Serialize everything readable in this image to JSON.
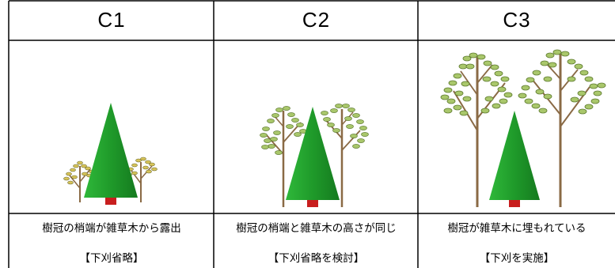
{
  "columns": [
    {
      "header": "C1",
      "description": "樹冠の梢端が雑草木から露出",
      "verdict": "【下刈省略】"
    },
    {
      "header": "C2",
      "description": "樹冠の梢端と雑草木の高さが同じ",
      "verdict": "【下刈省略を検討】"
    },
    {
      "header": "C3",
      "description": "樹冠が雑草木に埋もれている",
      "verdict": "【下刈を実施】"
    }
  ],
  "colors": {
    "conifer": "#1f9a2a",
    "trunk": "#c81e1e",
    "weed_leaf": "#a9c76b",
    "weed_leaf_edge": "#5d7a2e",
    "weed_stem": "#8a6a45",
    "small_weed_leaf": "#d8c45a",
    "border": "#000000"
  }
}
